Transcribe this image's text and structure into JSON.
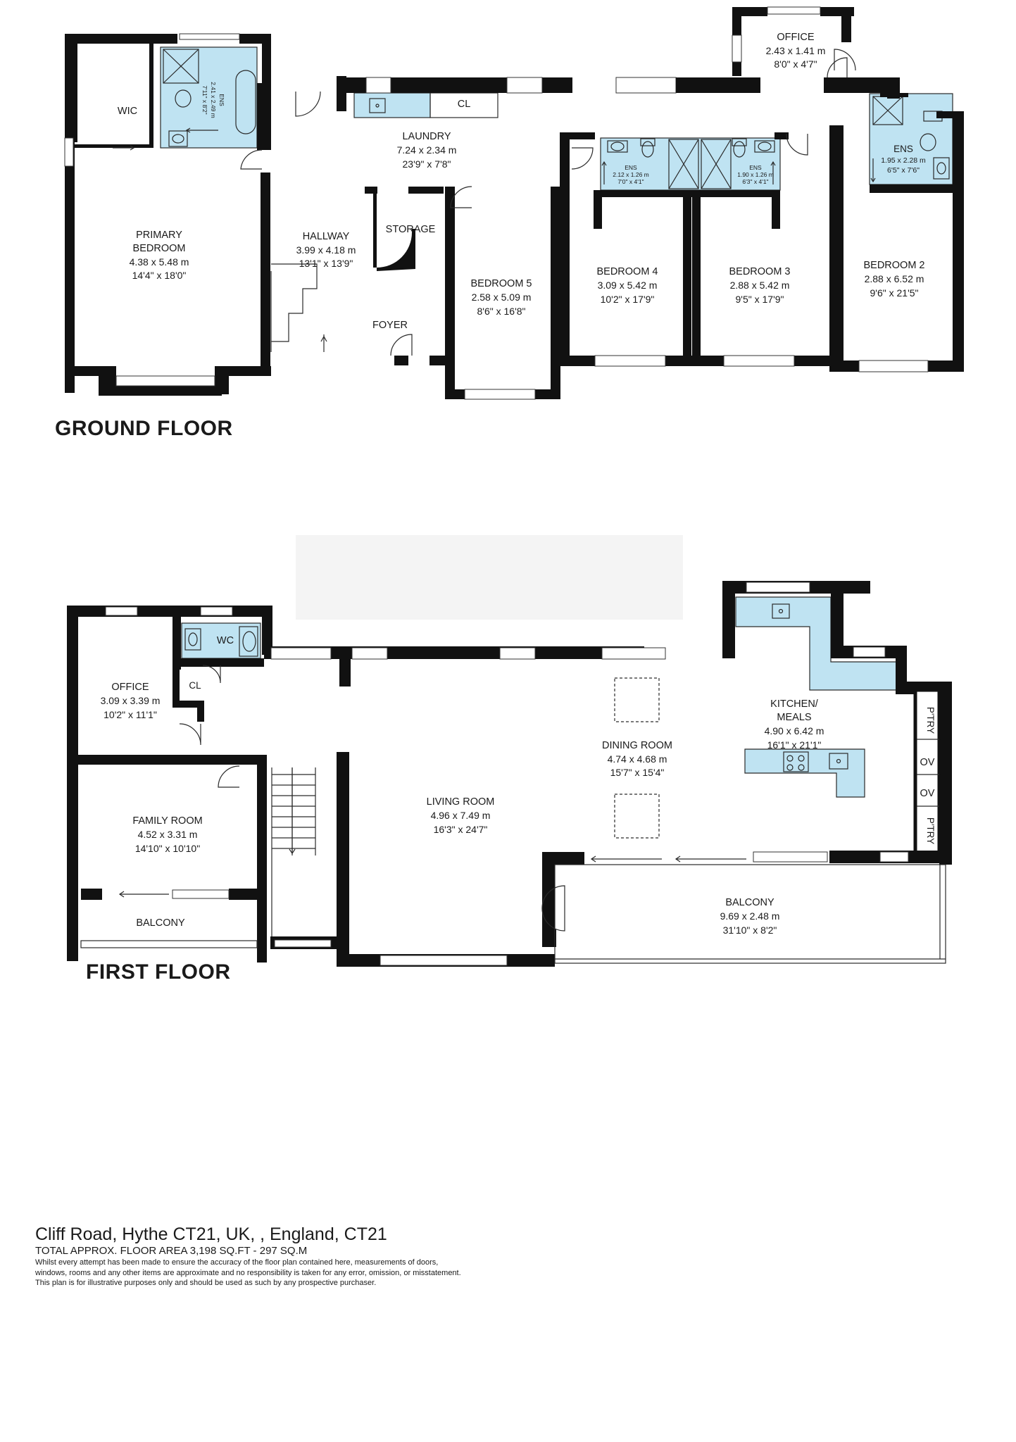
{
  "floors": {
    "ground": {
      "title": "GROUND FLOOR",
      "rooms": {
        "wic": {
          "name": "WIC"
        },
        "ens_primary": {
          "name": "ENS",
          "dim_m": "2.41 x 2.49 m",
          "dim_ft": "7'11\" x 8'2\""
        },
        "primary_bedroom": {
          "name1": "PRIMARY",
          "name2": "BEDROOM",
          "dim_m": "4.38 x 5.48 m",
          "dim_ft": "14'4\" x 18'0\""
        },
        "hallway": {
          "name": "HALLWAY",
          "dim_m": "3.99 x 4.18 m",
          "dim_ft": "13'1\" x 13'9\""
        },
        "storage": {
          "name": "STORAGE"
        },
        "foyer": {
          "name": "FOYER"
        },
        "laundry": {
          "name": "LAUNDRY",
          "dim_m": "7.24 x 2.34 m",
          "dim_ft": "23'9\" x 7'8\""
        },
        "cl": {
          "name": "CL"
        },
        "bedroom5": {
          "name": "BEDROOM 5",
          "dim_m": "2.58 x 5.09 m",
          "dim_ft": "8'6\" x 16'8\""
        },
        "office": {
          "name": "OFFICE",
          "dim_m": "2.43 x 1.41 m",
          "dim_ft": "8'0\" x 4'7\""
        },
        "ens_bed4": {
          "name": "ENS",
          "dim_m": "2.12 x 1.26 m",
          "dim_ft": "7'0\" x 4'1\""
        },
        "ens_bed3": {
          "name": "ENS",
          "dim_m": "1.90 x 1.26 m",
          "dim_ft": "6'3\" x 4'1\""
        },
        "bedroom4": {
          "name": "BEDROOM 4",
          "dim_m": "3.09 x 5.42 m",
          "dim_ft": "10'2\" x 17'9\""
        },
        "bedroom3": {
          "name": "BEDROOM 3",
          "dim_m": "2.88 x 5.42 m",
          "dim_ft": "9'5\" x 17'9\""
        },
        "ens_bed2": {
          "name": "ENS",
          "dim_m": "1.95 x 2.28 m",
          "dim_ft": "6'5\" x 7'6\""
        },
        "bedroom2": {
          "name": "BEDROOM 2",
          "dim_m": "2.88 x 6.52 m",
          "dim_ft": "9'6\" x 21'5\""
        }
      }
    },
    "first": {
      "title": "FIRST FLOOR",
      "rooms": {
        "wc": {
          "name": "WC"
        },
        "cl": {
          "name": "CL"
        },
        "office": {
          "name": "OFFICE",
          "dim_m": "3.09 x 3.39 m",
          "dim_ft": "10'2\" x 11'1\""
        },
        "family_room": {
          "name": "FAMILY ROOM",
          "dim_m": "4.52 x 3.31 m",
          "dim_ft": "14'10\" x 10'10\""
        },
        "balcony_small": {
          "name": "BALCONY"
        },
        "living_room": {
          "name": "LIVING ROOM",
          "dim_m": "4.96 x 7.49 m",
          "dim_ft": "16'3\" x 24'7\""
        },
        "dining_room": {
          "name": "DINING ROOM",
          "dim_m": "4.74 x 4.68 m",
          "dim_ft": "15'7\" x 15'4\""
        },
        "kitchen": {
          "name1": "KITCHEN/",
          "name2": "MEALS",
          "dim_m": "4.90 x 6.42 m",
          "dim_ft": "16'1\" x 21'1\""
        },
        "pantry_top": {
          "name": "P'TRY"
        },
        "oven1": {
          "name": "OV"
        },
        "oven2": {
          "name": "OV"
        },
        "pantry_bottom": {
          "name": "P'TRY"
        },
        "balcony_large": {
          "name": "BALCONY",
          "dim_m": "9.69 x 2.48 m",
          "dim_ft": "31'10\" x 8'2\""
        }
      }
    }
  },
  "footer": {
    "address": "Cliff Road, Hythe CT21, UK, , England, CT21",
    "total_area": "TOTAL APPROX. FLOOR AREA 3,198 SQ.FT - 297 SQ.M",
    "disclaimer_1": "Whilst every attempt has been made to ensure the accuracy of the floor plan contained here, measurements of doors,",
    "disclaimer_2": "windows, rooms and any other items are approximate and no responsibility is taken for any error, omission, or misstatement.",
    "disclaimer_3": "This plan is for illustrative purposes only and should be used as such by any prospective purchaser."
  },
  "colors": {
    "wall": "#111111",
    "fixture_fill": "#bfe3f2",
    "fixture_stroke": "#2a2a2a"
  }
}
